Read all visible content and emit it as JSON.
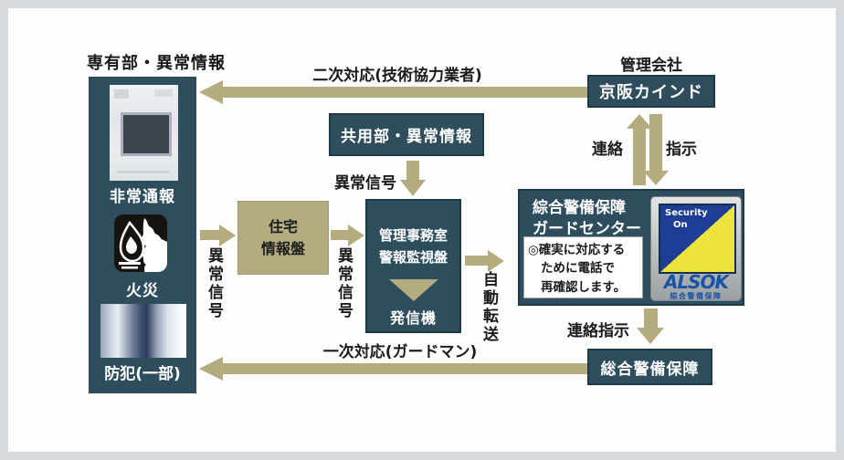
{
  "palette": {
    "teal_box": "#2e4d5d",
    "khaki_arrow": "#b4ab7e",
    "text_dark": "#1b1b1b",
    "alsok_blue": "#1a52a5",
    "alsok_yellow": "#ece43c"
  },
  "left_panel": {
    "heading": "専有部・異常情報",
    "items": [
      {
        "label": "非常通報",
        "image": "intercom-panel-photo"
      },
      {
        "label": "火災",
        "image": "fire-icon"
      },
      {
        "label": "防犯(一部)",
        "image": "door-photo"
      }
    ]
  },
  "common_area_box": {
    "label": "共用部・異常情報"
  },
  "housing_panel_box": {
    "line1": "住宅",
    "line2": "情報盤"
  },
  "office_box": {
    "line1": "管理事務室",
    "line2": "警報監視盤",
    "transmitter": "発信機"
  },
  "management_company": {
    "heading": "管理会社",
    "name": "京阪カインド"
  },
  "guard_center": {
    "line1": "綜合警備保障",
    "line2": "ガードセンター",
    "note": [
      "◎確実に対応する",
      "ために電話で",
      "再確認します。"
    ]
  },
  "alsok_badge": {
    "security1": "Security",
    "security2": "On",
    "wordmark": "ALSOK",
    "tagline": "綜合警備保障"
  },
  "sogo_box": {
    "label": "総合警備保障"
  },
  "labels": {
    "secondary_response": "二次対応(技術協力業者)",
    "primary_response": "一次対応(ガードマン)",
    "abnormal_signal_left": "異常信号",
    "abnormal_signal_mid": "異常信号",
    "abnormal_signal_common": "異常信号",
    "auto_transfer": "自動転送",
    "contact": "連絡",
    "instruction": "指示",
    "contact_instruction": "連絡指示"
  }
}
